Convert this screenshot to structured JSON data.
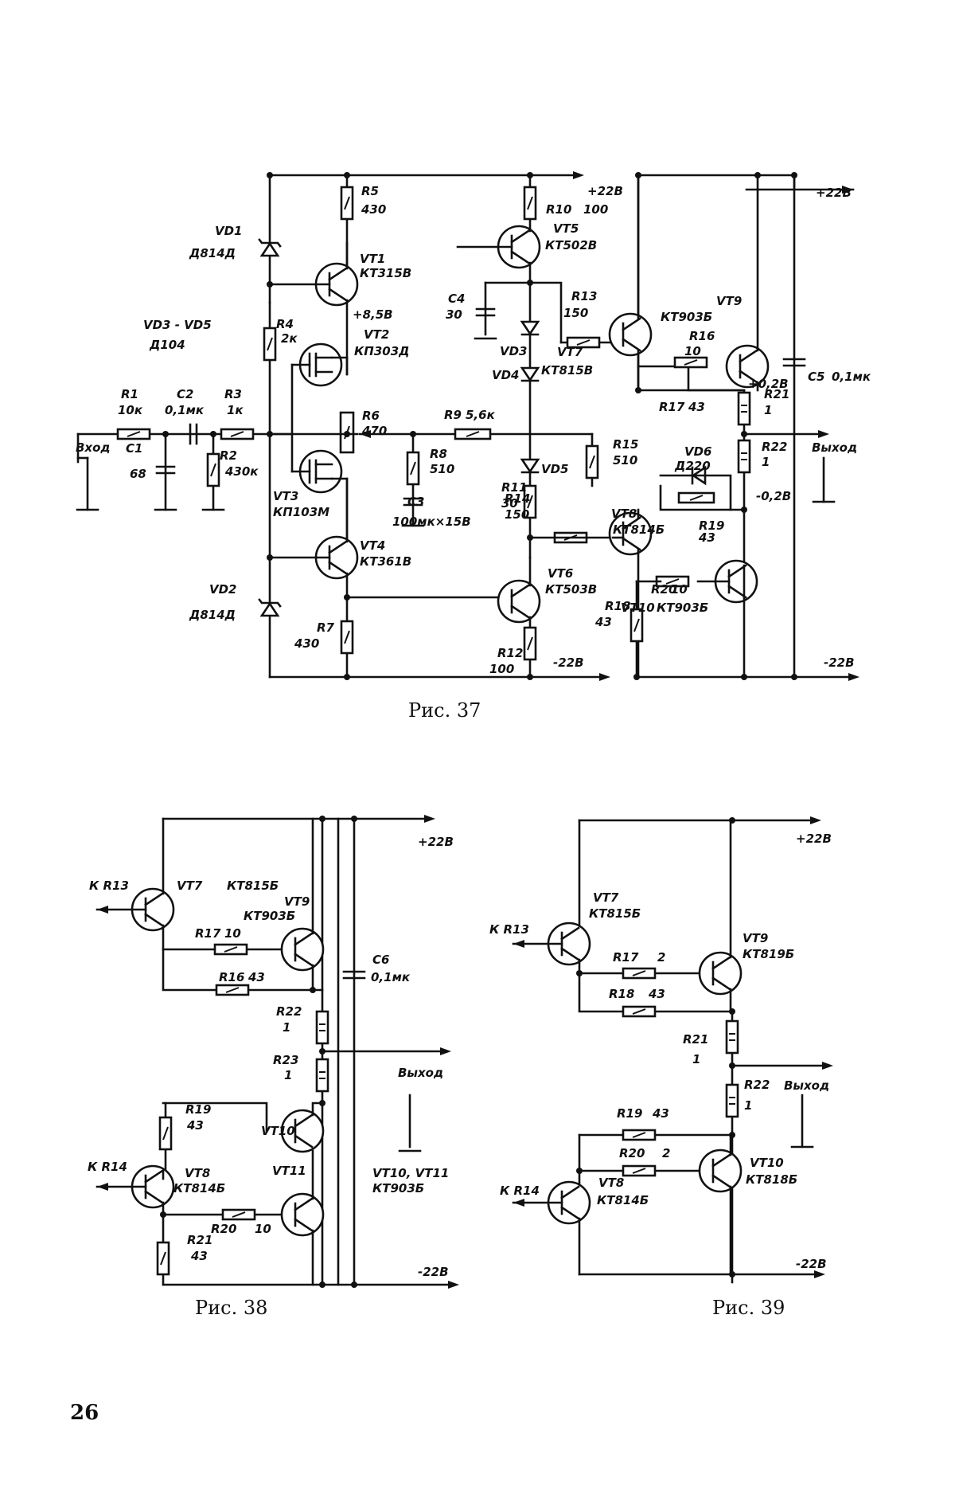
{
  "page_number": "26",
  "figures": [
    {
      "caption": "Рис. 37",
      "labels": [
        "+22В",
        "+22В",
        "-22В",
        "-22В",
        "+8,5В",
        "+0,2В",
        "-0,2В",
        "Вход",
        "Выход",
        "VD1",
        "Д814Д",
        "VD2",
        "Д814Д",
        "VD3 - VD5",
        "Д104",
        "VD3",
        "VD4",
        "VD5",
        "VD6",
        "Д220",
        "R1",
        "10к",
        "R2",
        "430к",
        "R3",
        "1к",
        "R4",
        "2к",
        "R5",
        "430",
        "R6",
        "470",
        "R7",
        "430",
        "R8",
        "510",
        "R9",
        "5,6к",
        "R10",
        "100",
        "R11",
        "30",
        "R12",
        "100",
        "R13",
        "150",
        "R14",
        "150",
        "R15",
        "510",
        "R16",
        "10",
        "R17",
        "43",
        "R18",
        "43",
        "R19",
        "43",
        "R20",
        "10",
        "R21",
        "1",
        "R22",
        "1",
        "C1",
        "68",
        "C2",
        "0,1мк",
        "C3",
        "100мк×15В",
        "C4",
        "30",
        "C5",
        "0,1мк",
        "VT1",
        "КТ315В",
        "VT2",
        "КП303Д",
        "VT3",
        "КП103М",
        "VT4",
        "КТ361В",
        "VT5",
        "КТ502В",
        "VT6",
        "КТ503В",
        "VT7",
        "КТ815В",
        "VT8",
        "КТ814Б",
        "VT9",
        "КТ903Б",
        "VT10",
        "КТ903Б"
      ]
    },
    {
      "caption": "Рис. 38",
      "labels": [
        "+22В",
        "-22В",
        "К R13",
        "К R14",
        "Выход",
        "VT7",
        "КТ815Б",
        "VT9",
        "КТ903Б",
        "R17",
        "10",
        "R16",
        "43",
        "R22",
        "1",
        "R23",
        "1",
        "R19",
        "43",
        "VT10",
        "VT8",
        "КТ814Б",
        "VT11",
        "R20",
        "10",
        "R21",
        "43",
        "C6",
        "0,1мк",
        "VT10, VT11",
        "КТ903Б"
      ]
    },
    {
      "caption": "Рис. 39",
      "labels": [
        "+22В",
        "-22В",
        "К R13",
        "К R14",
        "Выход",
        "VT7",
        "КТ815Б",
        "VT9",
        "КТ819Б",
        "R17",
        "2",
        "R18",
        "43",
        "R21",
        "1",
        "R22",
        "1",
        "R19",
        "43",
        "R20",
        "2",
        "VT10",
        "КТ818Б",
        "VT8",
        "КТ814Б"
      ]
    }
  ]
}
